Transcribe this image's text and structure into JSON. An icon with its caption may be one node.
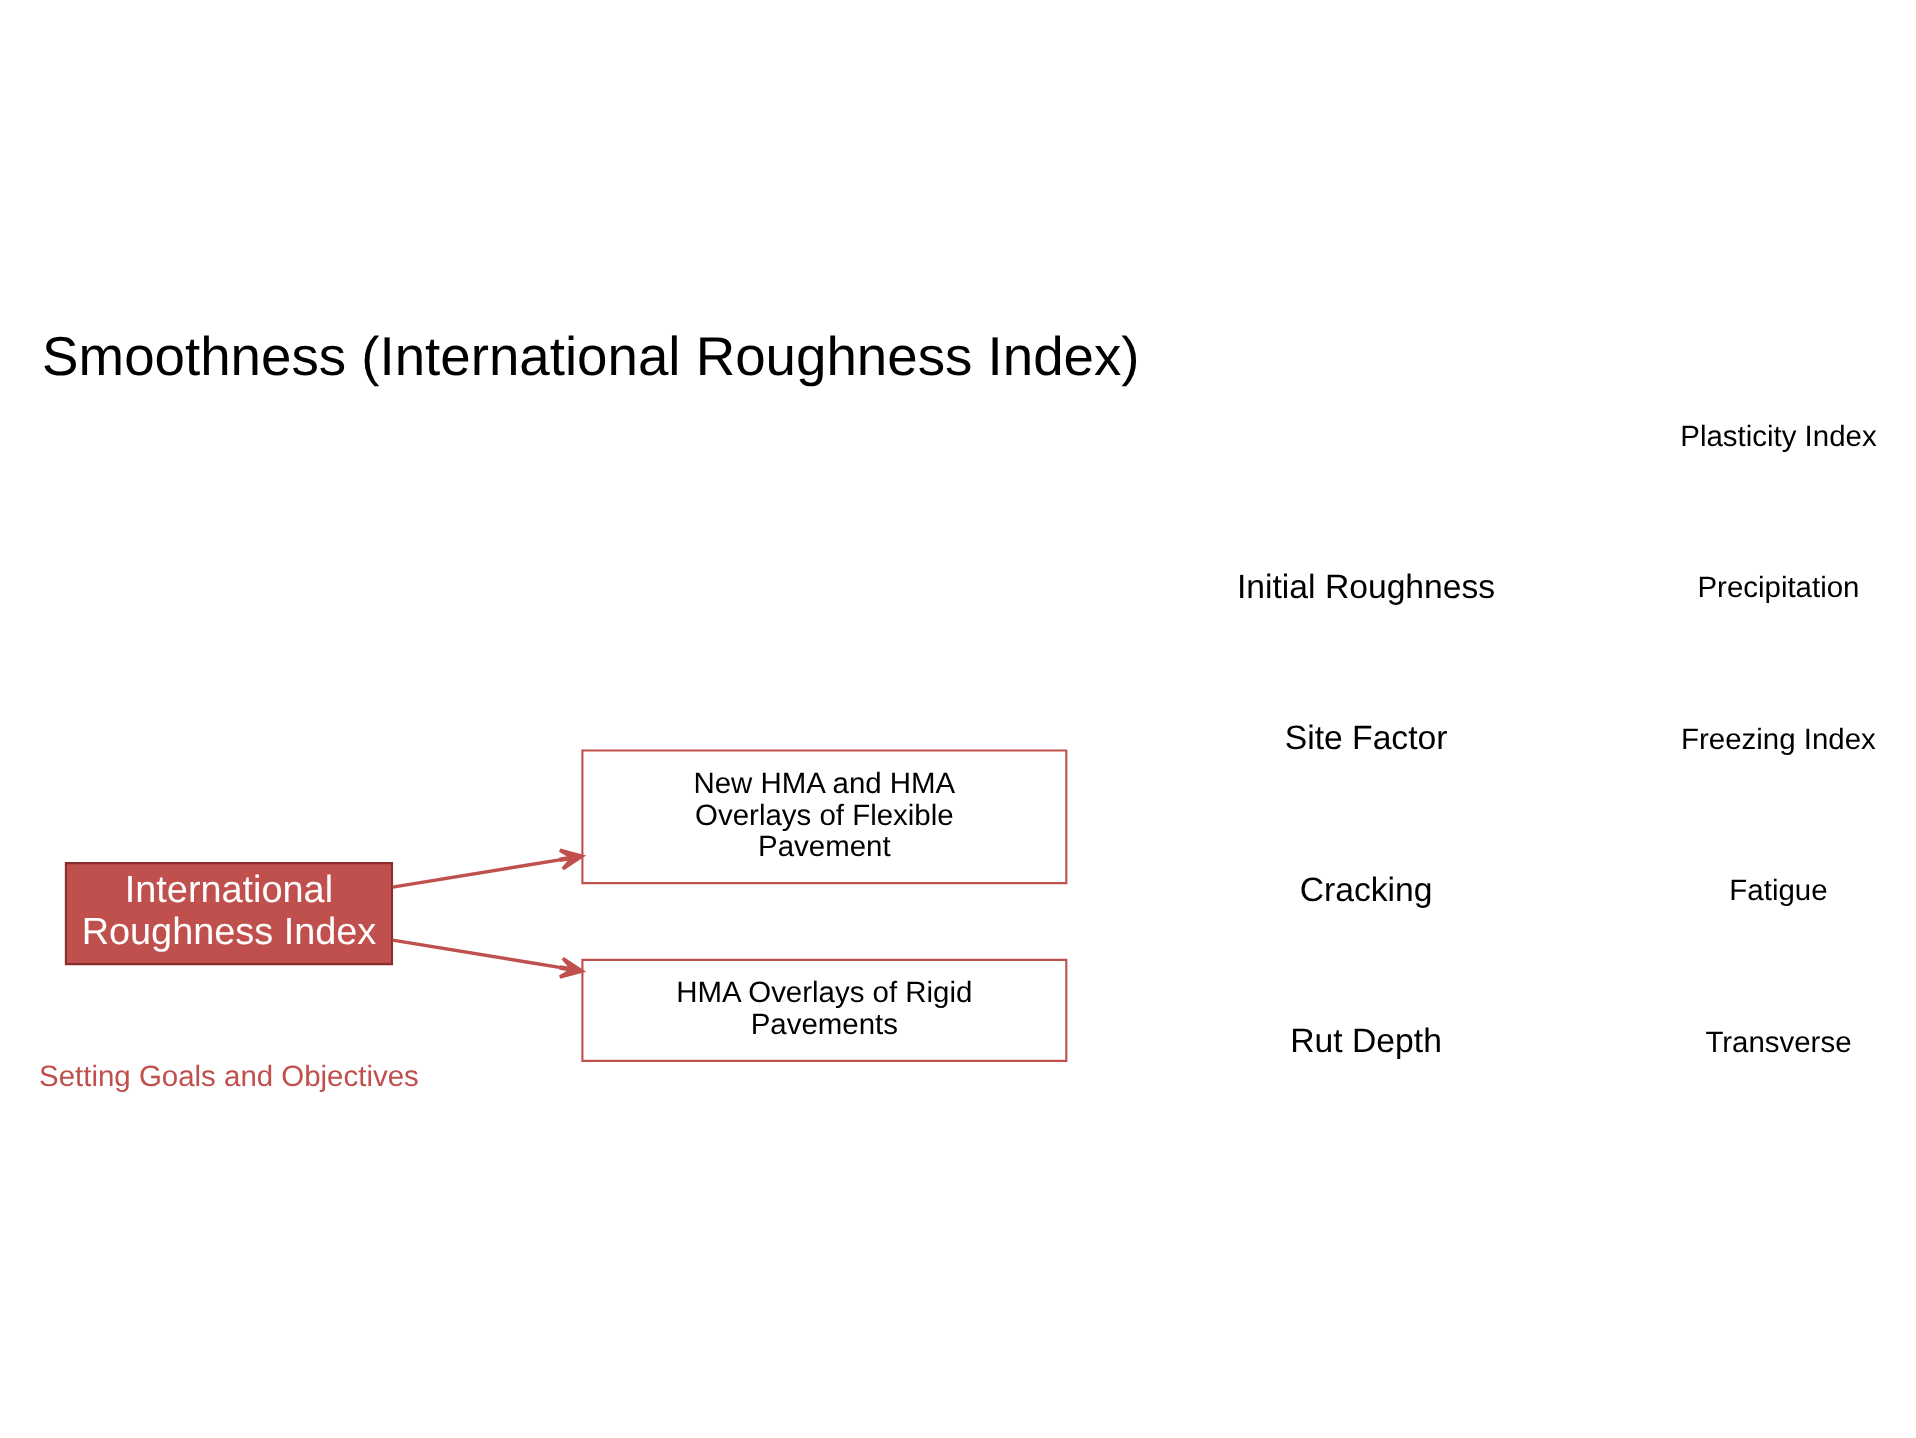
{
  "diagram": {
    "title": "Smoothness (International Roughness Index)",
    "nodes": [
      {
        "text": [
          "International Roughness Index"
        ]
      },
      {
        "text": [
          "New HMA and HMA Overlays of Flexible Pavement"
        ]
      },
      {
        "text": [
          "HMA Overlays of Rigid Pavements"
        ]
      }
    ],
    "edges": [
      {
        "from": 0,
        "to": 1,
        "arrow": "to"
      },
      {
        "from": 0,
        "to": 2,
        "arrow": "to"
      }
    ],
    "labels": [
      "Initial Roughness",
      "Site Factor",
      "Plasticity Index",
      "Precipitation",
      "Freezing Index",
      "Cracking",
      "Fatigue",
      "Transverse",
      "Rut Depth",
      "Setting Goals and Objectives"
    ]
  }
}
